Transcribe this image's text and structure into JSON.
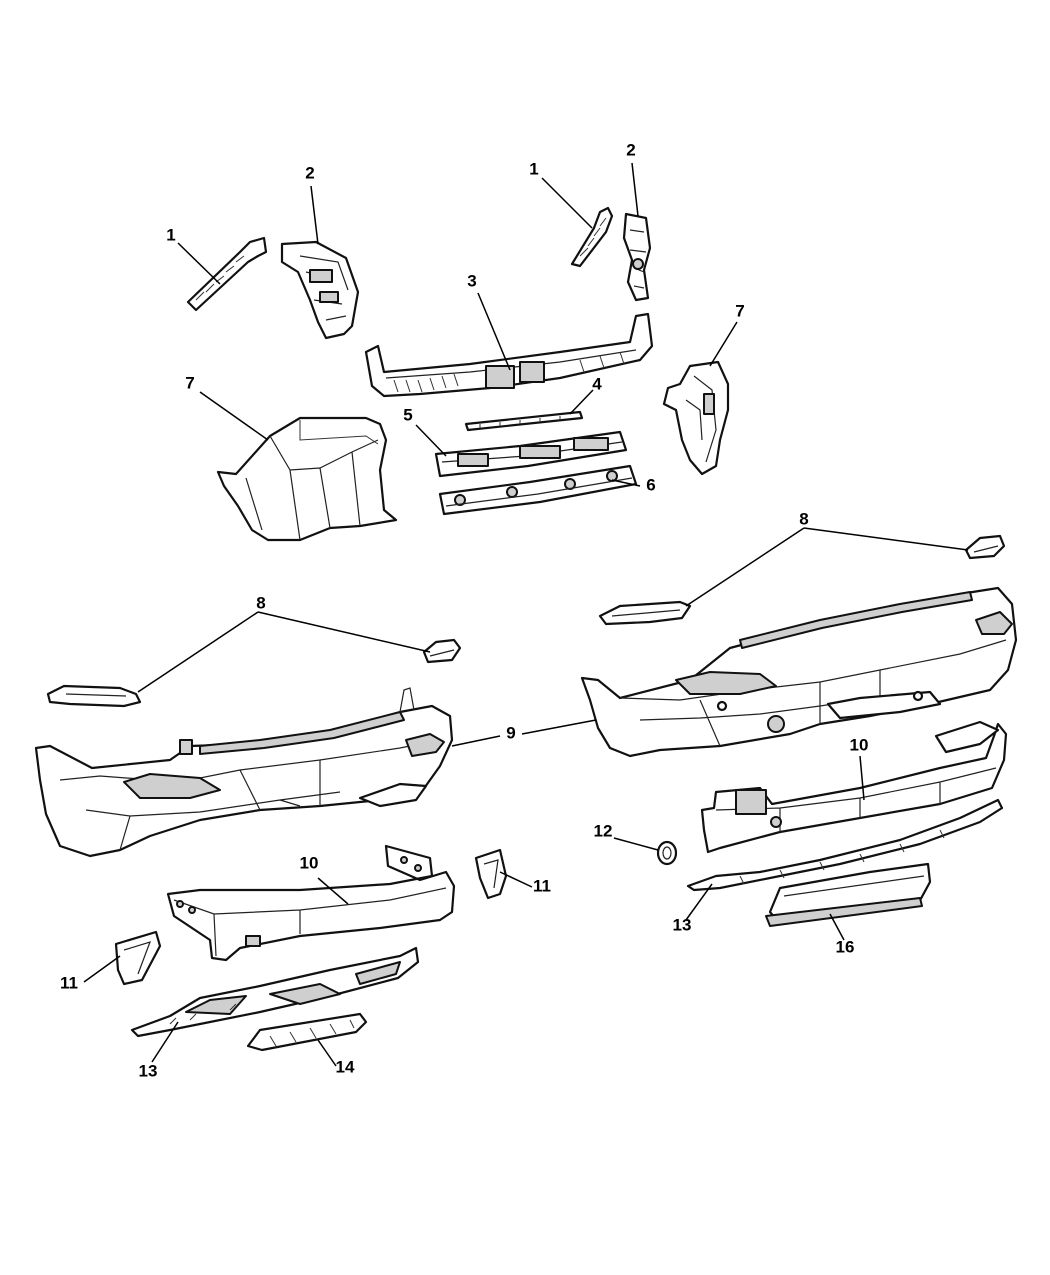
{
  "callouts": [
    {
      "id": "c1a",
      "label": "1"
    },
    {
      "id": "c2a",
      "label": "2"
    },
    {
      "id": "c1b",
      "label": "1"
    },
    {
      "id": "c2b",
      "label": "2"
    },
    {
      "id": "c3",
      "label": "3"
    },
    {
      "id": "c7a",
      "label": "7"
    },
    {
      "id": "c7b",
      "label": "7"
    },
    {
      "id": "c4",
      "label": "4"
    },
    {
      "id": "c5",
      "label": "5"
    },
    {
      "id": "c6",
      "label": "6"
    },
    {
      "id": "c8a",
      "label": "8"
    },
    {
      "id": "c8b",
      "label": "8"
    },
    {
      "id": "c9",
      "label": "9"
    },
    {
      "id": "c10a",
      "label": "10"
    },
    {
      "id": "c10b",
      "label": "10"
    },
    {
      "id": "c11a",
      "label": "11"
    },
    {
      "id": "c11b",
      "label": "11"
    },
    {
      "id": "c12",
      "label": "12"
    },
    {
      "id": "c13a",
      "label": "13"
    },
    {
      "id": "c13b",
      "label": "13"
    },
    {
      "id": "c14",
      "label": "14"
    },
    {
      "id": "c16",
      "label": "16"
    }
  ]
}
